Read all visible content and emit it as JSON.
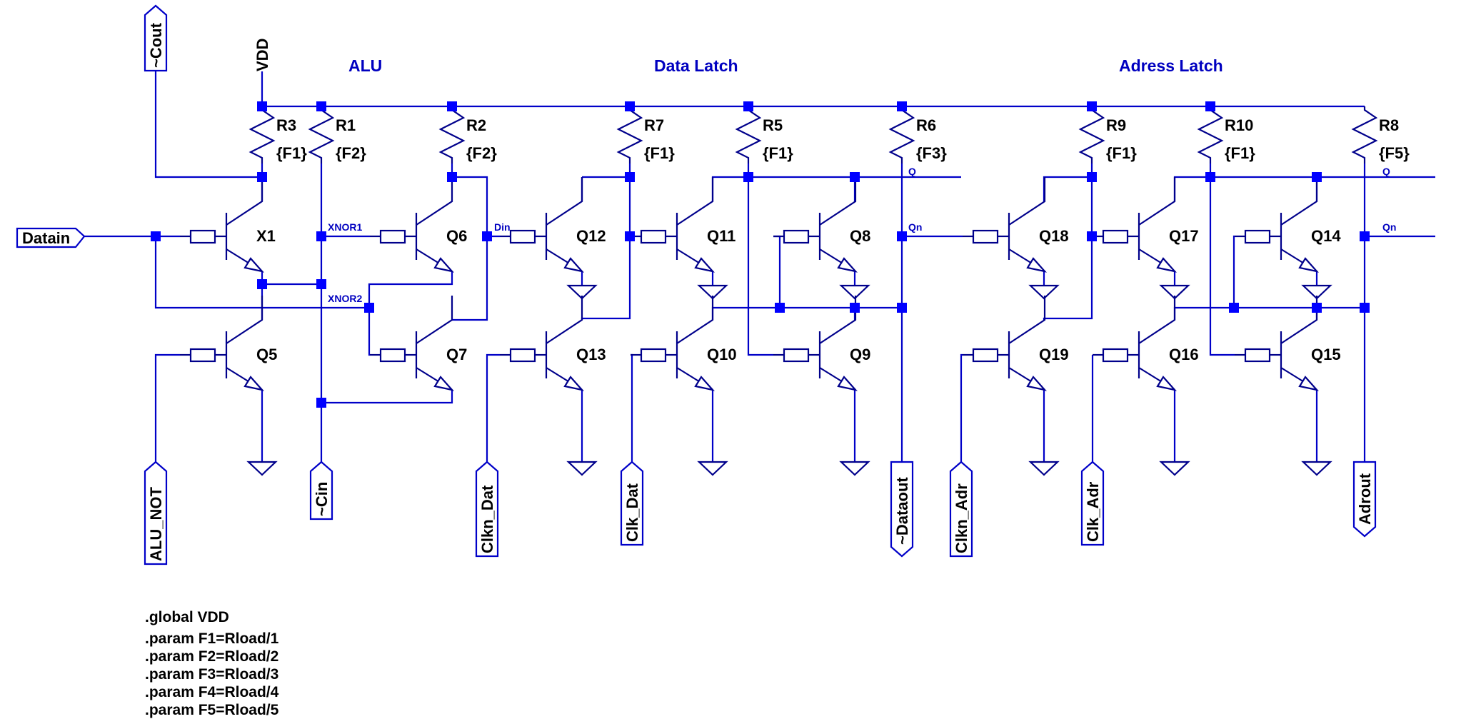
{
  "sections": {
    "alu": "ALU",
    "data_latch": "Data Latch",
    "address_latch": "Adress Latch"
  },
  "supply": {
    "vdd": "VDD"
  },
  "resistors": [
    {
      "ref": "R3",
      "value": "{F1}"
    },
    {
      "ref": "R1",
      "value": "{F2}"
    },
    {
      "ref": "R2",
      "value": "{F2}"
    },
    {
      "ref": "R7",
      "value": "{F1}"
    },
    {
      "ref": "R5",
      "value": "{F1}"
    },
    {
      "ref": "R6",
      "value": "{F3}"
    },
    {
      "ref": "R9",
      "value": "{F1}"
    },
    {
      "ref": "R10",
      "value": "{F1}"
    },
    {
      "ref": "R8",
      "value": "{F5}"
    }
  ],
  "transistors": [
    "X1",
    "Q5",
    "Q6",
    "Q7",
    "Q12",
    "Q13",
    "Q11",
    "Q10",
    "Q8",
    "Q9",
    "Q18",
    "Q19",
    "Q17",
    "Q16",
    "Q14",
    "Q15"
  ],
  "net_labels": {
    "xnor1": "XNOR1",
    "xnor2": "XNOR2",
    "din": "Din",
    "q_data": "Q",
    "qn_data": "Qn",
    "q_addr": "Q",
    "qn_addr": "Qn"
  },
  "ports": {
    "cout": {
      "label": "~Cout",
      "direction": "output"
    },
    "datain": {
      "label": "Datain",
      "direction": "input"
    },
    "alu_not": {
      "label": "ALU_NOT",
      "direction": "input"
    },
    "cin": {
      "label": "~Cin",
      "direction": "input"
    },
    "clkn_dat": {
      "label": "Clkn_Dat",
      "direction": "input"
    },
    "clk_dat": {
      "label": "Clk_Dat",
      "direction": "input"
    },
    "dataout": {
      "label": "~Dataout",
      "direction": "output"
    },
    "clkn_adr": {
      "label": "Clkn_Adr",
      "direction": "input"
    },
    "clk_adr": {
      "label": "Clk_Adr",
      "direction": "input"
    },
    "adrout": {
      "label": "Adrout",
      "direction": "output"
    }
  },
  "directives": {
    "global": ".global VDD",
    "params": [
      ".param F1=Rload/1",
      ".param F2=Rload/2",
      ".param F3=Rload/3",
      ".param F4=Rload/4",
      ".param F5=Rload/5"
    ]
  },
  "colors": {
    "wire": "#0000c8",
    "junction": "#0000ff",
    "symbol": "#00008b",
    "label": "#0000c0",
    "text": "#000000"
  }
}
